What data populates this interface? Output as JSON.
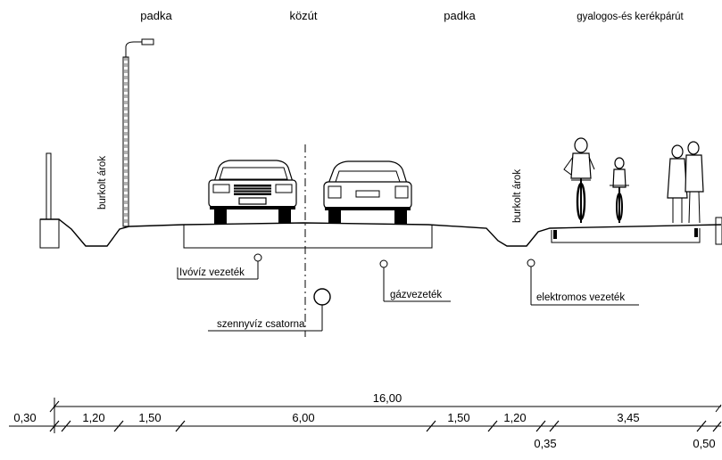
{
  "zones": {
    "padka_left": "padka",
    "road": "közút",
    "padka_right": "padka",
    "path": "gyalogos-és kerékpárút"
  },
  "ditch_labels": {
    "left": "burkolt árok",
    "right": "burkolt árok"
  },
  "utilities": {
    "water": "Ivóvíz vezeték",
    "gas": "gázvezeték",
    "sewer": "szennyvíz csatorna",
    "electric": "elektromos vezeték"
  },
  "dimensions": {
    "total": "16,00",
    "d1": "0,30",
    "d2": "1,20",
    "d3": "1,50",
    "d4": "6,00",
    "d5": "1,50",
    "d6": "1,20",
    "d7": "3,45",
    "d8": "0,35",
    "d9": "0,50"
  }
}
